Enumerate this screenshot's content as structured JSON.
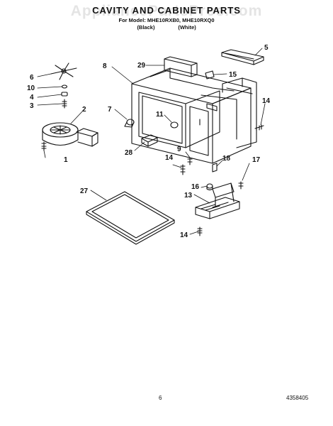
{
  "header": {
    "title": "CAVITY AND CABINET PARTS",
    "models": "For Model: MHE10RXB0, MHE10RXQ0",
    "variant_black": "(Black)",
    "variant_white": "(White)"
  },
  "watermark": "AppliancePartsPros.com",
  "callouts": {
    "c1": "1",
    "c2": "2",
    "c3": "3",
    "c4": "4",
    "c5": "5",
    "c6": "6",
    "c7": "7",
    "c8": "8",
    "c9": "9",
    "c10": "10",
    "c11": "11",
    "c13": "13",
    "c14a": "14",
    "c14b": "14",
    "c14c": "14",
    "c15": "15",
    "c16": "16",
    "c17": "17",
    "c18": "18",
    "c27": "27",
    "c28": "28",
    "c29": "29"
  },
  "footer": {
    "page_number": "6",
    "doc_code": "4358405"
  }
}
